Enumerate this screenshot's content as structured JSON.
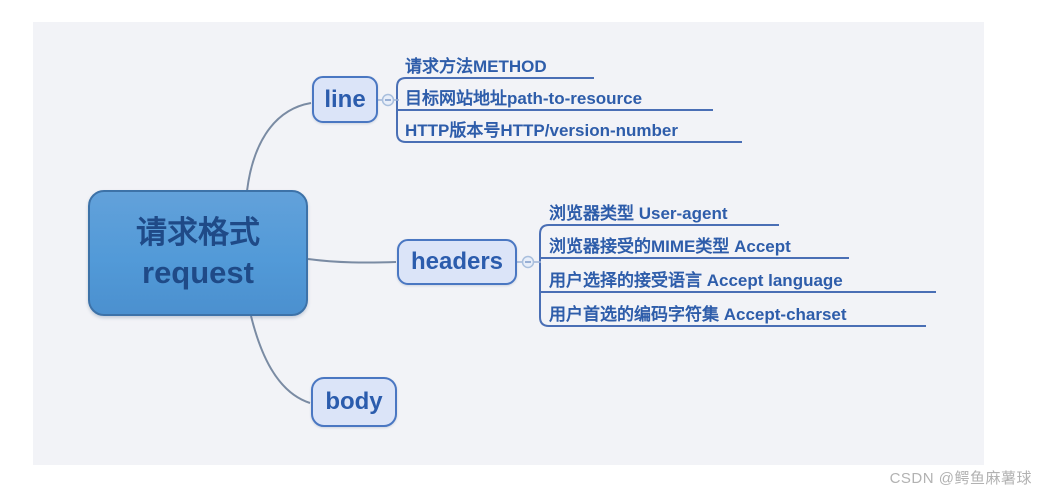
{
  "page": {
    "background": "#ffffff",
    "canvas_background": "#f2f3f7"
  },
  "mindmap": {
    "root": {
      "title": "请求格式",
      "subtitle": "request"
    },
    "branches": [
      {
        "label": "line",
        "children": [
          "请求方法METHOD",
          "目标网站地址path-to-resource",
          "HTTP版本号HTTP/version-number"
        ]
      },
      {
        "label": "headers",
        "children": [
          "浏览器类型 User-agent",
          "浏览器接受的MIME类型 Accept",
          "用户选择的接受语言 Accept language",
          "用户首选的编码字符集 Accept-charset"
        ]
      },
      {
        "label": "body",
        "children": []
      }
    ],
    "icons": {
      "collapse_line": "minus-collapse-icon",
      "collapse_headers": "minus-collapse-icon"
    }
  },
  "colors": {
    "root_fill": "#529ad8",
    "root_border": "#3d72a8",
    "root_text": "#1f4a87",
    "branch_fill": "#dbe4f8",
    "branch_border": "#4a77c2",
    "branch_text": "#2b5cad",
    "topic_text": "#2e5daa",
    "topic_underline": "#4a6fb5",
    "connector": "#7a8ba3",
    "collapse_fill": "#e8eef9",
    "collapse_border": "#a9bfdd"
  },
  "watermark": {
    "text": "CSDN @鳄鱼麻薯球"
  }
}
